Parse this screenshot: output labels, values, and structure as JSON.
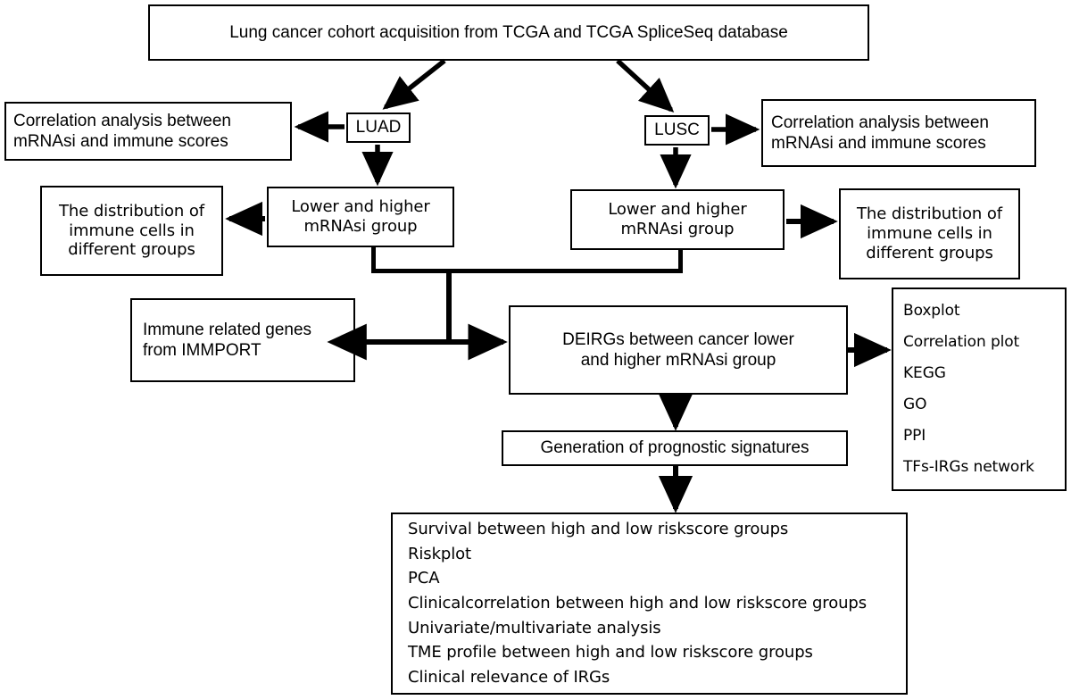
{
  "figure": {
    "type": "flowchart",
    "title": "Lung cancer immune-related gene analysis workflow",
    "stroke_color": "#000000",
    "background_color": "#ffffff"
  },
  "nodes": {
    "source": {
      "label": "Lung cancer cohort acquisition from TCGA and TCGA SpliceSeq database"
    },
    "luad": {
      "label": "LUAD"
    },
    "lusc": {
      "label": "LUSC"
    },
    "corr_left": {
      "line1": "Correlation analysis between",
      "line2": "mRNAsi and immune scores"
    },
    "corr_right": {
      "line1": "Correlation analysis between",
      "line2": "mRNAsi and immune scores"
    },
    "group_left": {
      "line1": "Lower and higher",
      "line2": "mRNAsi group"
    },
    "group_right": {
      "line1": "Lower and higher",
      "line2": "mRNAsi group"
    },
    "dist_left": {
      "line1": "The distribution of",
      "line2": "immune cells in",
      "line3": "different groups"
    },
    "dist_right": {
      "line1": "The distribution of",
      "line2": "immune cells in",
      "line3": "different groups"
    },
    "immport": {
      "line1": "Immune related genes",
      "line2": "from IMMPORT"
    },
    "deirgs": {
      "line1": "DEIRGs between cancer lower",
      "line2": "and higher mRNAsi group"
    },
    "prognostic": {
      "label": "Generation of prognostic signatures"
    },
    "analyses_list": {
      "items": [
        "Boxplot",
        "Correlation plot",
        "KEGG",
        "GO",
        "PPI",
        "TFs-IRGs network"
      ]
    },
    "downstream_list": {
      "items": [
        "Survival between high and low riskscore groups",
        "Riskplot",
        "PCA",
        "Clinicalcorrelation between high and low riskscore groups",
        "Univariate/multivariate analysis",
        "TME profile between high and low riskscore groups",
        "Clinical relevance of IRGs"
      ]
    }
  }
}
